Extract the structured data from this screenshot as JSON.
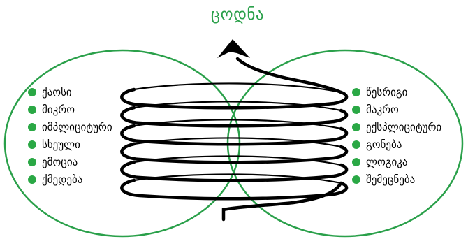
{
  "title": "ცოდნა",
  "left_items": [
    "ქაოსი",
    "მიკრო",
    "იმპლიციტური",
    "სხეული",
    "ემოცია",
    "ქმედება"
  ],
  "right_items": [
    "წესრიგი",
    "მაკრო",
    "ექსპლიციტური",
    "გონება",
    "ლოგიკა",
    "შემეცნება"
  ],
  "colors": {
    "circle_outline": "#2aa04a",
    "bullet": "#2aa845",
    "title": "#2aa04a",
    "spiral": "#000000"
  }
}
